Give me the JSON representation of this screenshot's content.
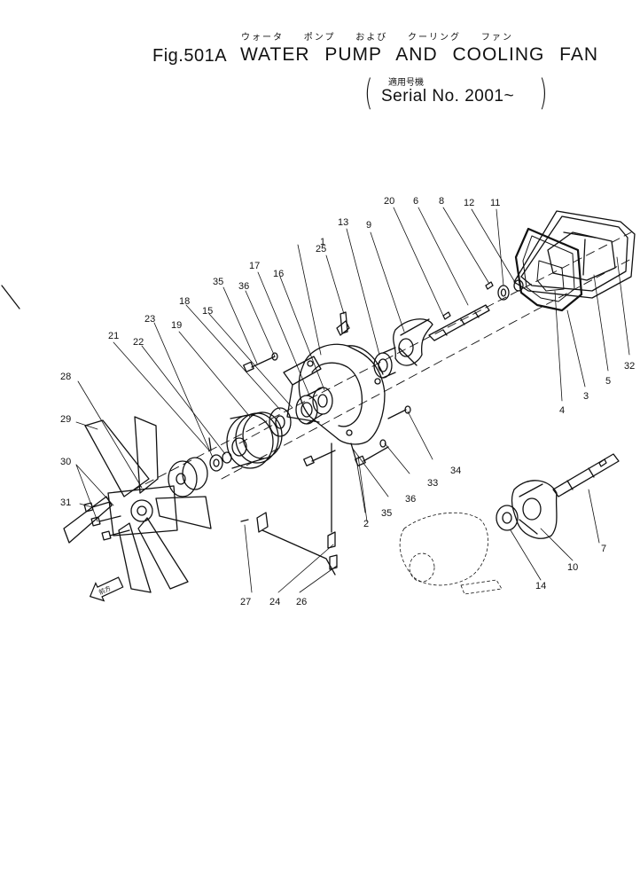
{
  "header": {
    "fig_id": "Fig.501A",
    "title": "WATER PUMP AND COOLING FAN",
    "title_jp": "ウォータ ポンプ および クーリング ファン",
    "serial_jp": "適用号機",
    "serial": "Serial No. 2001~",
    "paren_open": "(",
    "paren_close": ")"
  },
  "front_mark": "前方",
  "callouts": [
    "1",
    "2",
    "3",
    "4",
    "5",
    "6",
    "7",
    "8",
    "9",
    "10",
    "11",
    "12",
    "13",
    "14",
    "15",
    "16",
    "17",
    "18",
    "19",
    "20",
    "21",
    "22",
    "23",
    "24",
    "25",
    "26",
    "27",
    "28",
    "29",
    "30",
    "31",
    "32",
    "33",
    "34",
    "35",
    "36"
  ],
  "callouts_repeat": [
    "35",
    "36"
  ],
  "colors": {
    "ink": "#111111",
    "paper": "#ffffff"
  }
}
